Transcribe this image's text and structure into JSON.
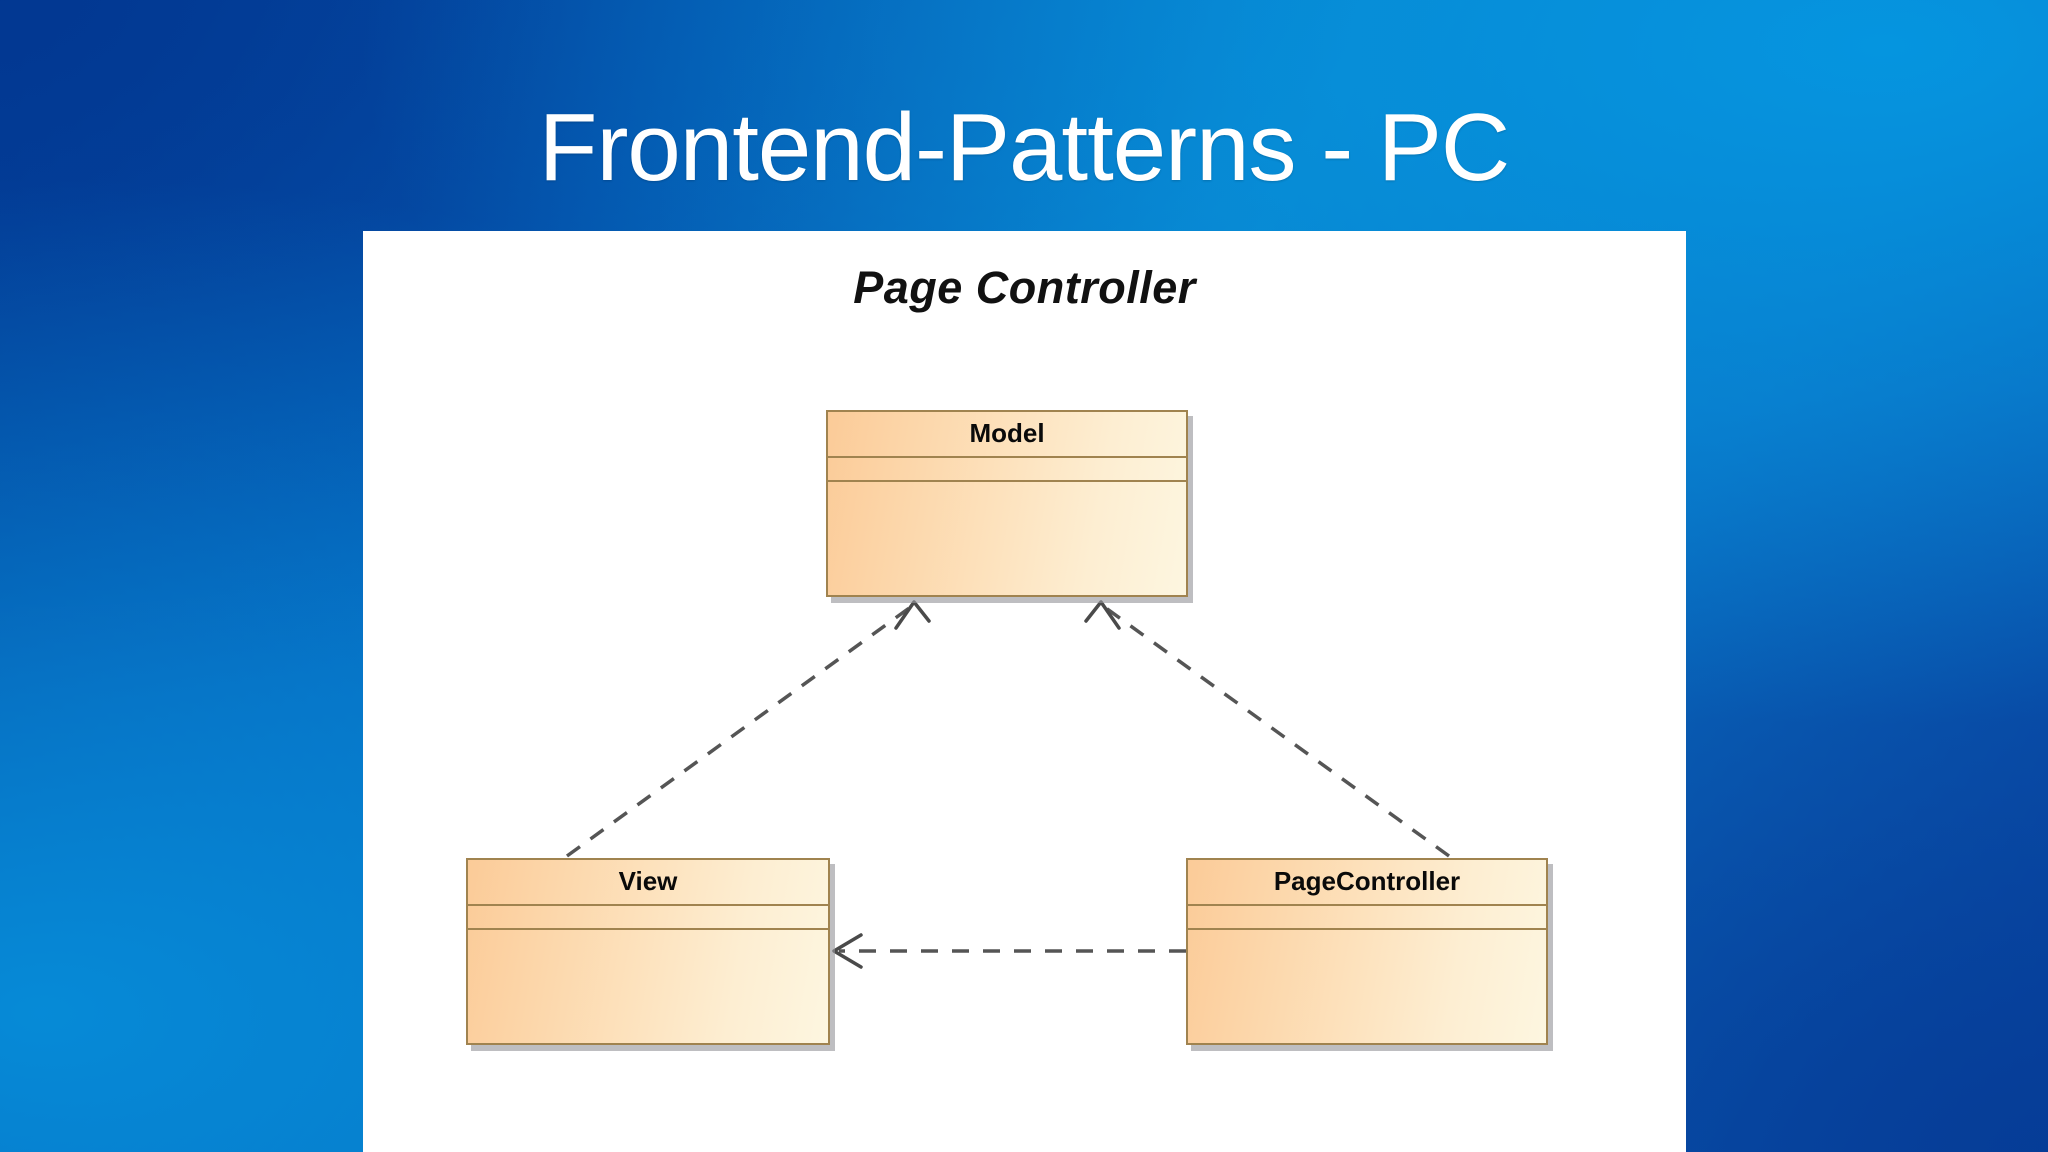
{
  "slide": {
    "title": "Frontend-Patterns - PC",
    "title_color": "#ffffff",
    "background_colors": {
      "dark_blue": "#04409a",
      "mid_blue": "#0560b9",
      "bright_blue": "#0a7fc9",
      "light_blue": "#0596e0",
      "deep_blue": "#0a47a6"
    }
  },
  "diagram": {
    "type": "uml-class-diagram",
    "title": "Page Controller",
    "panel_background": "#ffffff",
    "class_fill_start": "#fbcb98",
    "class_fill_end": "#fdf6e0",
    "class_border_color": "#a0834f",
    "connector_color": "#555555",
    "classes": [
      {
        "id": "model",
        "name": "Model",
        "attributes": [],
        "operations": []
      },
      {
        "id": "view",
        "name": "View",
        "attributes": [],
        "operations": []
      },
      {
        "id": "pagecontroller",
        "name": "PageController",
        "attributes": [],
        "operations": []
      }
    ],
    "relationships": [
      {
        "id": "view-to-model",
        "from": "View",
        "to": "Model",
        "kind": "dependency",
        "line_style": "dashed",
        "arrowhead": "open"
      },
      {
        "id": "pagecontroller-to-model",
        "from": "PageController",
        "to": "Model",
        "kind": "dependency",
        "line_style": "dashed",
        "arrowhead": "open"
      },
      {
        "id": "pagecontroller-to-view",
        "from": "PageController",
        "to": "View",
        "kind": "dependency",
        "line_style": "dashed",
        "arrowhead": "open"
      }
    ]
  }
}
